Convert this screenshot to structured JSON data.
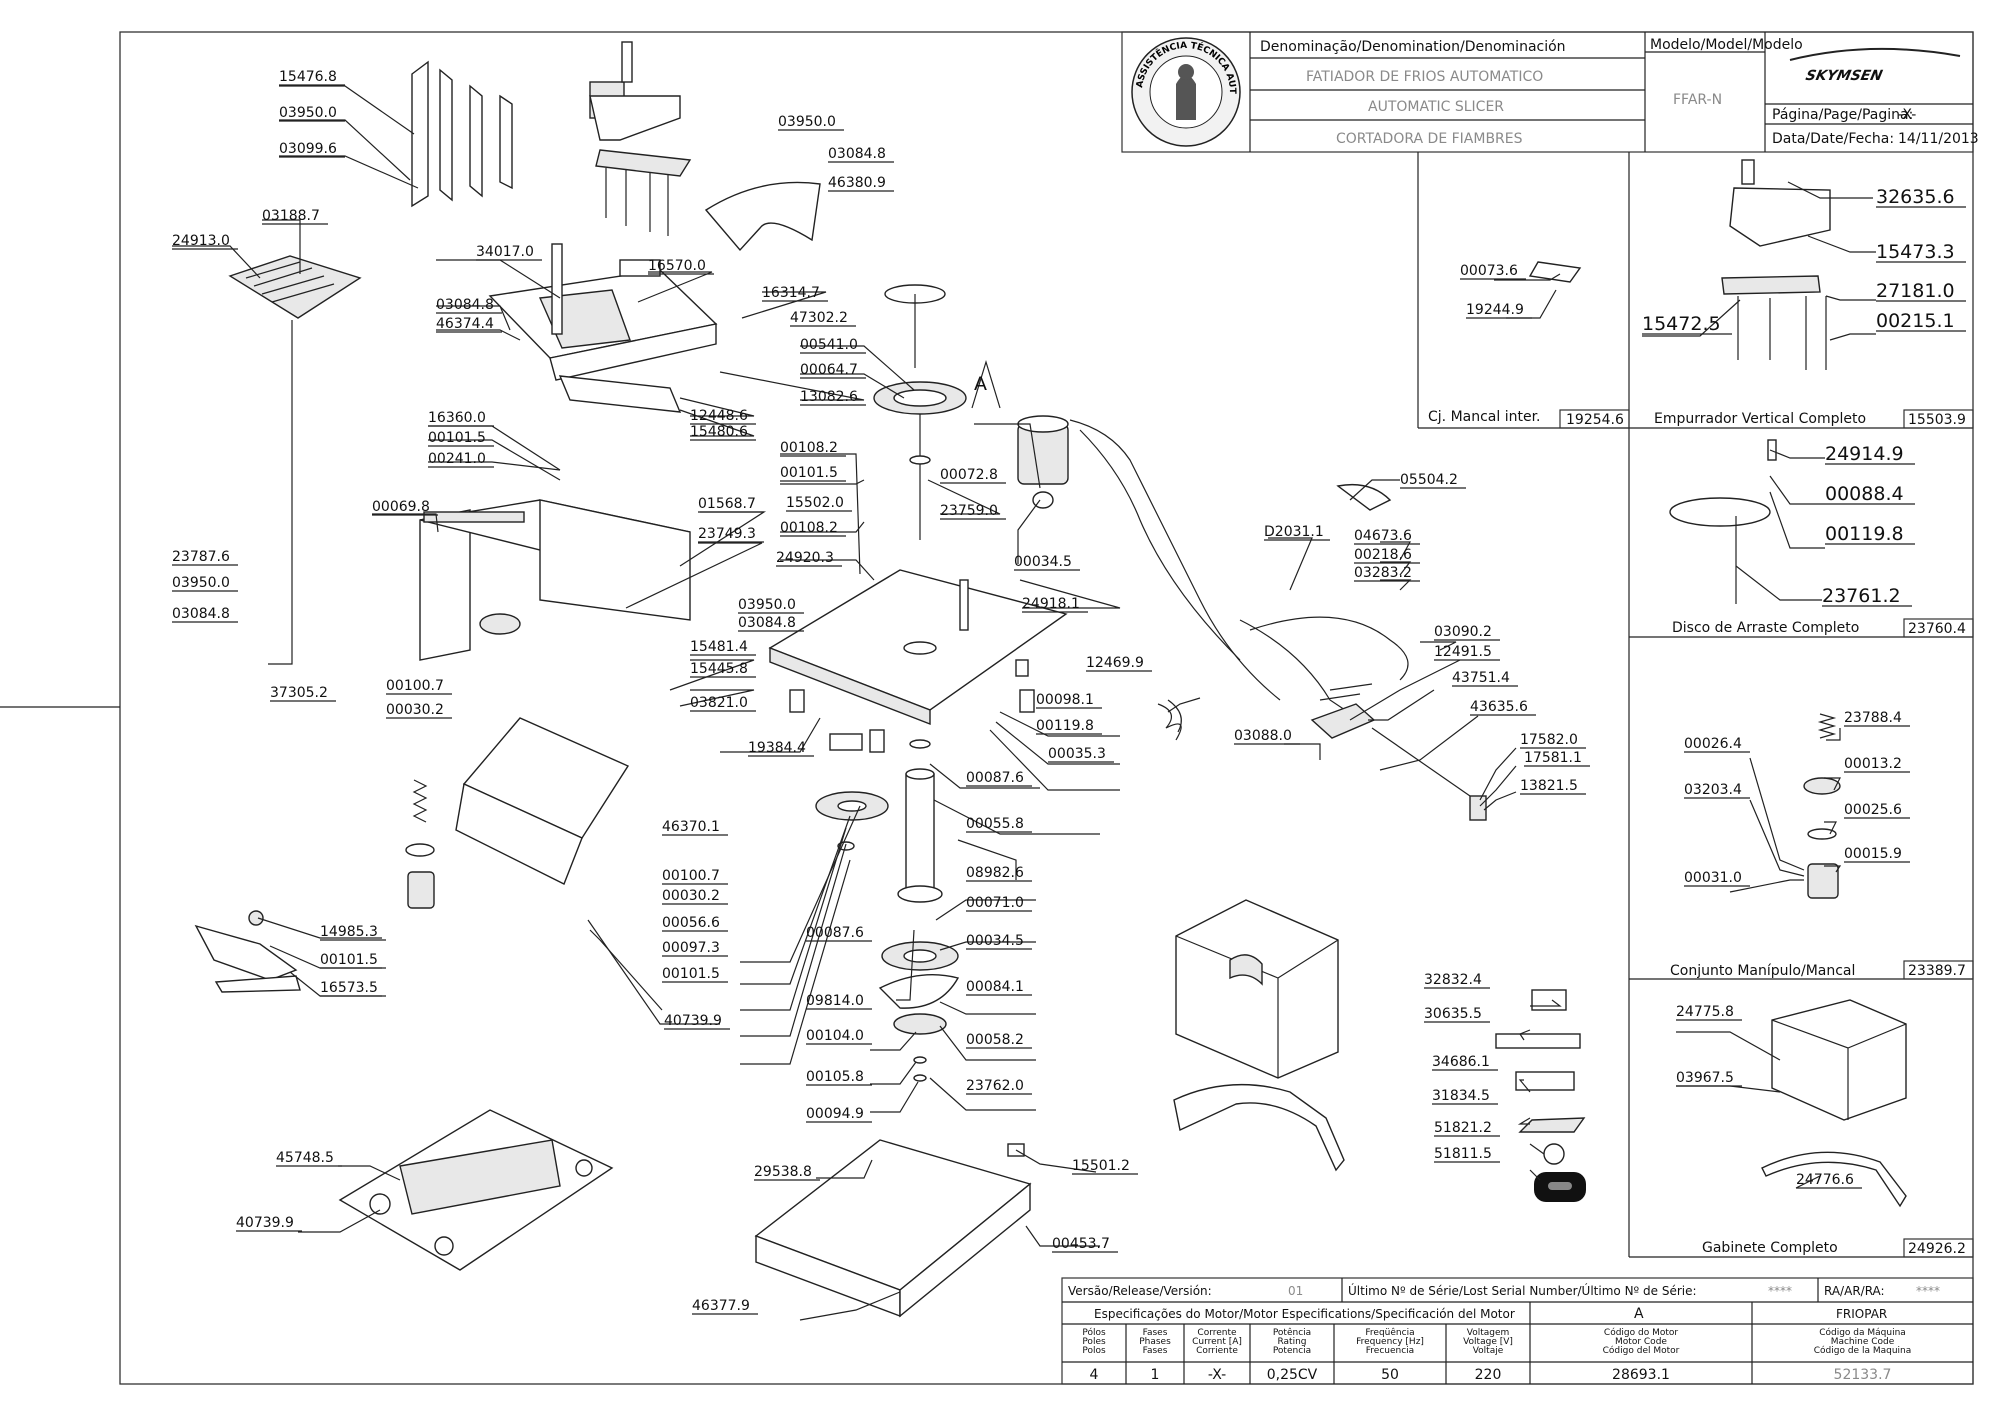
{
  "header": {
    "denomination_label": "Denominação/Denomination/Denominación",
    "name_pt": "FATIADOR DE FRIOS AUTOMATICO",
    "name_en": "AUTOMATIC SLICER",
    "name_es": "CORTADORA DE FIAMBRES",
    "model_label": "Modelo/Model/Modelo",
    "model_value": "FFAR-N",
    "brand": "SKYMSEN",
    "page_label": "Página/Page/Pagina:",
    "page_value": "-X-",
    "date_label": "Data/Date/Fecha:",
    "date_value": "14/11/2013",
    "seal_text": "ASSISTÊNCIA TÉCNICA AUTORIZADA"
  },
  "main_callouts": [
    "15476.8",
    "03950.0",
    "03099.6",
    "03188.7",
    "24913.0",
    "34017.0",
    "03084.8",
    "46374.4",
    "16570.0",
    "16314.7",
    "47302.2",
    "00541.0",
    "00064.7",
    "13082.6",
    "12448.6",
    "15480.6",
    "16360.0",
    "00101.5",
    "00241.0",
    "03950.0",
    "03084.8",
    "46380.9",
    "00069.8",
    "01568.7",
    "23749.3",
    "23787.6",
    "03950.0",
    "03084.8",
    "37305.2",
    "00100.7",
    "00030.2",
    "00108.2",
    "00101.5",
    "15502.0",
    "00108.2",
    "24920.3",
    "03950.0",
    "03084.8",
    "00072.8",
    "23759.0",
    "00034.5",
    "24918.1",
    "15481.4",
    "15445.8",
    "03821.0",
    "19384.4",
    "00098.1",
    "00119.8",
    "00035.3",
    "00087.6",
    "00055.8",
    "46370.1",
    "00100.7",
    "00030.2",
    "00056.6",
    "00097.3",
    "00101.5",
    "08982.6",
    "00071.0",
    "00087.6",
    "00034.5",
    "09814.0",
    "00084.1",
    "00104.0",
    "00058.2",
    "00105.8",
    "23762.0",
    "00094.9",
    "40739.9",
    "14985.3",
    "00101.5",
    "16573.5",
    "45748.5",
    "40739.9",
    "29538.8",
    "15501.2",
    "00453.7",
    "46377.9",
    "05504.2",
    "D2031.1",
    "04673.6",
    "00218.6",
    "03283.2",
    "03090.2",
    "12491.5",
    "43751.4",
    "12469.9",
    "43635.6",
    "03088.0",
    "17582.0",
    "17581.1",
    "13821.5",
    "32832.4",
    "30635.5",
    "34686.1",
    "31834.5",
    "51821.2",
    "51811.5"
  ],
  "assemblies": [
    {
      "title": "Cj. Mancal inter.",
      "code": "19254.6",
      "callouts": [
        "00073.6",
        "19244.9"
      ]
    },
    {
      "title": "Empurrador Vertical Completo",
      "code": "15503.9",
      "callouts": [
        "32635.6",
        "15473.3",
        "27181.0",
        "15472.5",
        "00215.1"
      ]
    },
    {
      "title": "Disco de Arraste Completo",
      "code": "23760.4",
      "callouts": [
        "24914.9",
        "00088.4",
        "00119.8",
        "23761.2"
      ]
    },
    {
      "title": "Conjunto Manípulo/Mancal",
      "code": "23389.7",
      "callouts": [
        "23788.4",
        "00026.4",
        "00013.2",
        "03203.4",
        "00025.6",
        "00015.9",
        "00031.0"
      ]
    },
    {
      "title": "Gabinete Completo",
      "code": "24926.2",
      "callouts": [
        "24775.8",
        "03967.5",
        "24776.6"
      ]
    }
  ],
  "spec_table": {
    "version_label": "Versão/Release/Versión:",
    "version_value": "01",
    "serial_label": "Último Nº de Série/Lost Serial Number/Último Nº de Série:",
    "serial_value": "****",
    "ra_label": "RA/AR/RA:",
    "ra_value": "****",
    "motor_spec_label": "Especificações do Motor/Motor Especifications/Specificación del Motor",
    "motor_letter": "A",
    "friopar": "FRIOPAR",
    "columns": [
      {
        "header": "Pólos\nPoles\nPolos",
        "value": "4"
      },
      {
        "header": "Fases\nPhases\nFases",
        "value": "1"
      },
      {
        "header": "Corrente\nCurrent [A]\nCorriente",
        "value": "-X-"
      },
      {
        "header": "Potência\nRating\nPotencia",
        "value": "0,25CV"
      },
      {
        "header": "Freqüência\nFrequency [Hz]\nFrecuencia",
        "value": "50"
      },
      {
        "header": "Voltagem\nVoltage [V]\nVoltaje",
        "value": "220"
      },
      {
        "header": "Código do Motor\nMotor Code\nCódigo del Motor",
        "value": "28693.1"
      },
      {
        "header": "Código da Máquina\nMachine Code\nCódigo de la Maquina",
        "value": "52133.7"
      }
    ]
  },
  "view_letter": "A"
}
